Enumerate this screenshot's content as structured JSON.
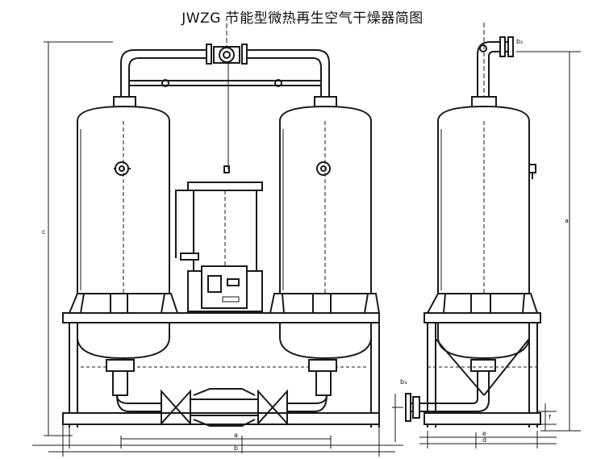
{
  "title": "JWZG 节能型微热再生空气干燥器简图",
  "dimension_labels": {
    "total_height": "c",
    "side_height": "a",
    "width_inner": "a",
    "width_outer": "b",
    "side_width_d": "d",
    "side_width_e": "e",
    "side_f": "f",
    "top_port": "b₂",
    "bottom_port": "b₃"
  }
}
